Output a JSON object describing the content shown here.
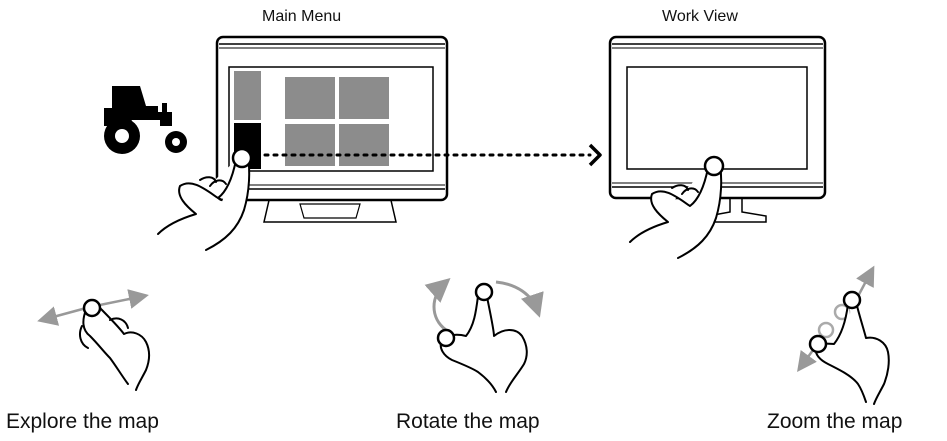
{
  "screens": {
    "main_menu_label": "Main Menu",
    "work_view_label": "Work View"
  },
  "gestures": {
    "explore": "Explore the map",
    "rotate": "Rotate the map",
    "zoom": "Zoom the map"
  },
  "colors": {
    "tile_gray": "#8c8c8c",
    "selected_tile": "#000000",
    "gesture_arrow": "#999999"
  },
  "icons": [
    "tractor-icon",
    "hand-tap-icon",
    "arrow-right-icon",
    "swipe-gesture-icon",
    "rotate-gesture-icon",
    "pinch-zoom-icon"
  ]
}
